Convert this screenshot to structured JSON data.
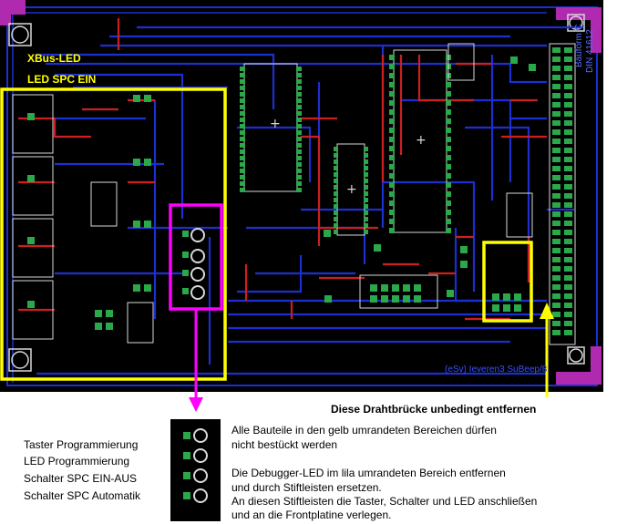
{
  "board_labels": {
    "xbus_led": "XBus-LED",
    "led_spc_ein": "LED SPC EIN",
    "din_label": "DIN 41612",
    "bauform_label": "Bauform C",
    "copper_text": "(eSv) Ieveren3 SuBeep/8"
  },
  "callouts": {
    "wire_bridge": "Diese Drahtbrücke unbedingt entfernen"
  },
  "legend": {
    "items": [
      "Taster Programmierung",
      "LED Programmierung",
      "Schalter SPC EIN-AUS",
      "Schalter SPC Automatik"
    ]
  },
  "notes": {
    "yellow_area_line1": "Alle Bauteile in den gelb umrandeten Bereichen dürfen",
    "yellow_area_line2": "nicht bestückt werden",
    "purple_area_line1": "Die Debugger-LED im lila umrandeten Bereich entfernen",
    "purple_area_line2": "und durch Stiftleisten ersetzen.",
    "purple_area_line3": "An diesen Stiftleisten die Taster, Schalter und LED anschließen",
    "purple_area_line4": "und an die Frontplatine verlegen."
  },
  "colors": {
    "board_bg": "#000000",
    "copper_bottom": "#1c2fd0",
    "copper_top": "#cc2020",
    "pads": "#2aa84a",
    "silkscreen": "#d8d8d8",
    "highlight_yellow": "#ffff00",
    "highlight_magenta": "#ff00ff",
    "corner_marks": "#b02ab0"
  }
}
